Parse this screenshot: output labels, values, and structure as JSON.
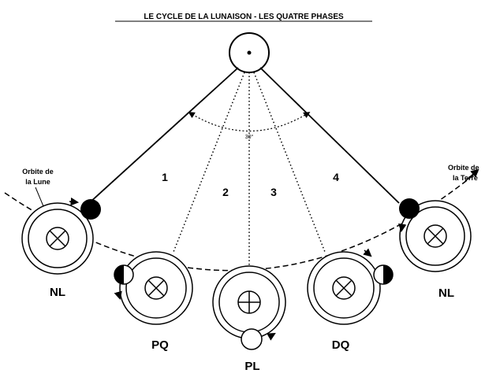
{
  "title": "LE CYCLE DE LA LUNAISON - LES QUATRE PHASES",
  "angle_label": "30°",
  "sectors": [
    "1",
    "2",
    "3",
    "4"
  ],
  "phases": {
    "nl_left": "NL",
    "pq": "PQ",
    "pl": "PL",
    "dq": "DQ",
    "nl_right": "NL"
  },
  "orbit_moon": {
    "line1": "Orbite de",
    "line2": "la Lune"
  },
  "orbit_earth": {
    "line1": "Orbite de",
    "line2": "la Terre"
  },
  "colors": {
    "ink": "#000000",
    "background": "#ffffff"
  }
}
